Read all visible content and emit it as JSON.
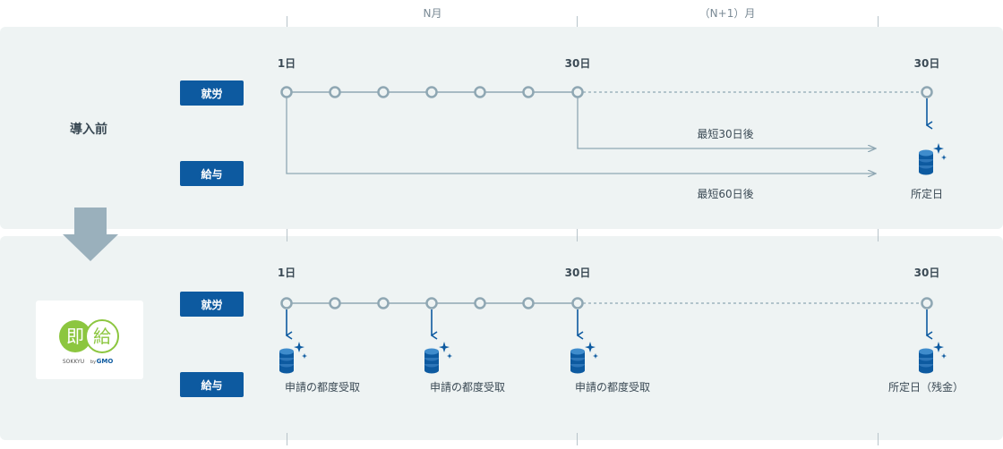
{
  "months": {
    "n": "N月",
    "n1": "（N+1）月"
  },
  "before": {
    "row_label": "導入前",
    "work_label": "就労",
    "pay_label": "給与",
    "day_start": "1日",
    "day_mid": "30日",
    "day_end": "30日",
    "arrow_short": "最短30日後",
    "arrow_long": "最短60日後",
    "end_caption": "所定日"
  },
  "after": {
    "logo_main1": "即",
    "logo_main2": "給",
    "logo_sub": "SOKKYU",
    "logo_by": "by",
    "logo_gmo": "GMO",
    "work_label": "就労",
    "pay_label": "給与",
    "day_start": "1日",
    "day_mid": "30日",
    "day_end": "30日",
    "cap1": "申請の都度受取",
    "cap2": "申請の都度受取",
    "cap3": "申請の都度受取",
    "end_caption": "所定日（残金）"
  },
  "colors": {
    "panel": "#eef3f3",
    "badge": "#0d5aa0",
    "line": "#8fa7b3",
    "node": "#8fa7b3",
    "coin": "#0d5aa0",
    "logo_green": "#8cc63f"
  }
}
